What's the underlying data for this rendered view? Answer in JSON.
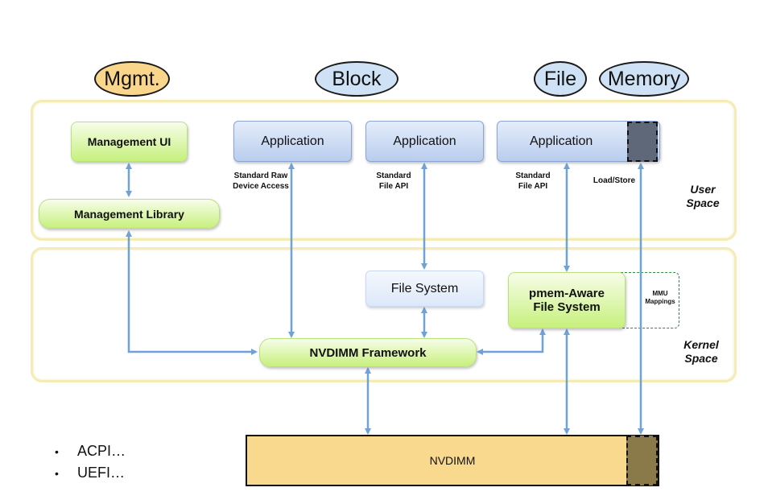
{
  "top_labels": {
    "mgmt": "Mgmt.",
    "block": "Block",
    "file": "File",
    "memory": "Memory"
  },
  "regions": {
    "user_space": "User Space",
    "kernel_space": "Kernel Space"
  },
  "boxes": {
    "management_ui": "Management UI",
    "management_library": "Management Library",
    "application_1": "Application",
    "application_2": "Application",
    "application_3": "Application",
    "file_system": "File System",
    "pmem_aware": "pmem-Aware File System",
    "nvdimm_framework": "NVDIMM Framework",
    "nvdimm": "NVDIMM"
  },
  "annotations": {
    "raw_device": "Standard Raw Device Access",
    "file_api_1": "Standard File API",
    "file_api_2": "Standard File API",
    "load_store": "Load/Store",
    "mmu": "MMU Mappings"
  },
  "bullets": [
    "ACPI…",
    "UEFI…"
  ],
  "colors": {
    "arrow": "#6fa3d8",
    "mgmt_fill": "#fad58c",
    "block_fill": "#cfe2f5",
    "region_border": "#f4ecb4",
    "nvdimm_fill": "#f8d98d",
    "memory_patch": "#8a7a4a",
    "app_patch": "#5f6878"
  }
}
